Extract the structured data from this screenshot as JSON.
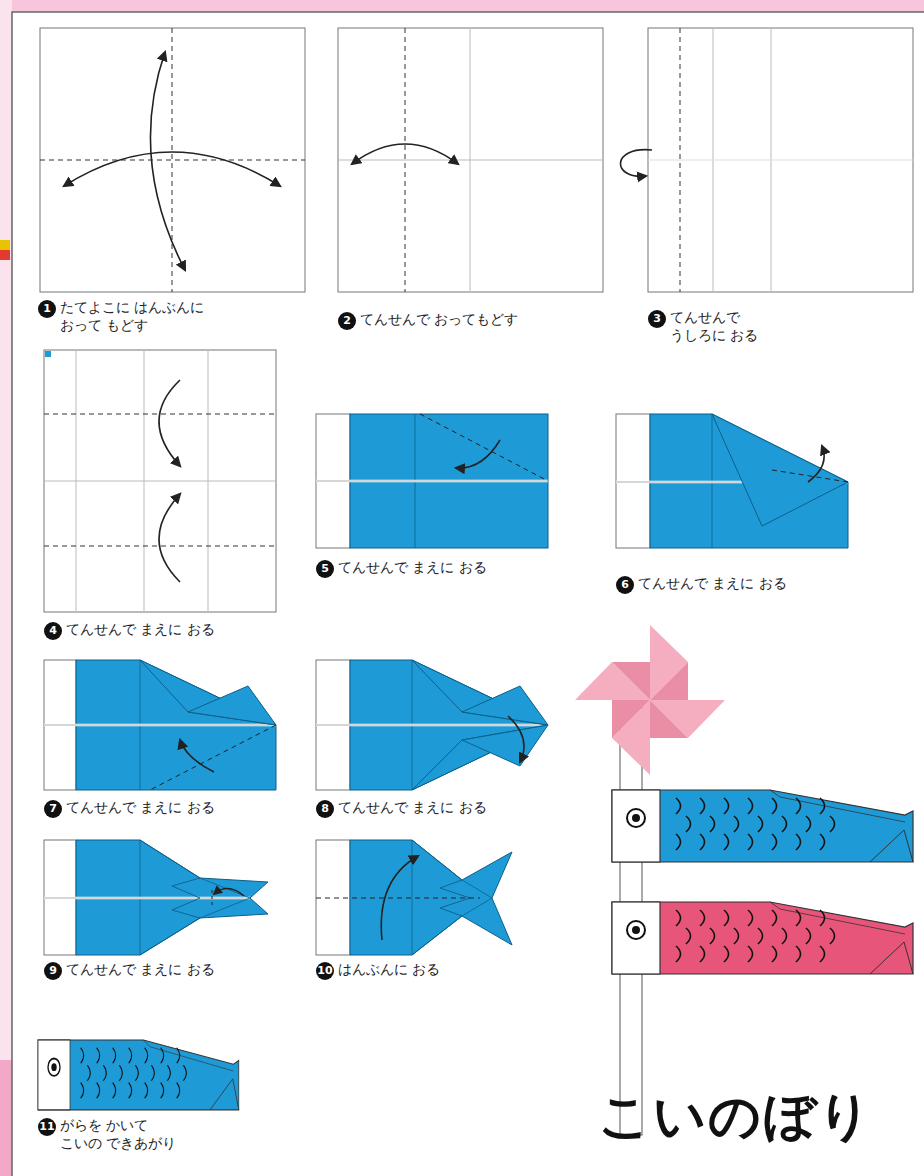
{
  "diagram": {
    "title": "こいのぼり",
    "labels": [
      "1",
      "たてよこに はんぶんに おって もどす",
      "2",
      "てんせんで おってもどす",
      "3",
      "てんせんで うしろに おる",
      "4",
      "てんせんで まえに おる",
      "5",
      "てんせんで まえに おる",
      "6",
      "てんせんで まえに おる",
      "7",
      "てんせんで まえに おる",
      "8",
      "てんせんで まえに おる",
      "9",
      "てんせんで まえに おる",
      "10",
      "はんぶんに おる",
      "11",
      "がらを かいて こいの できあがり"
    ]
  }
}
